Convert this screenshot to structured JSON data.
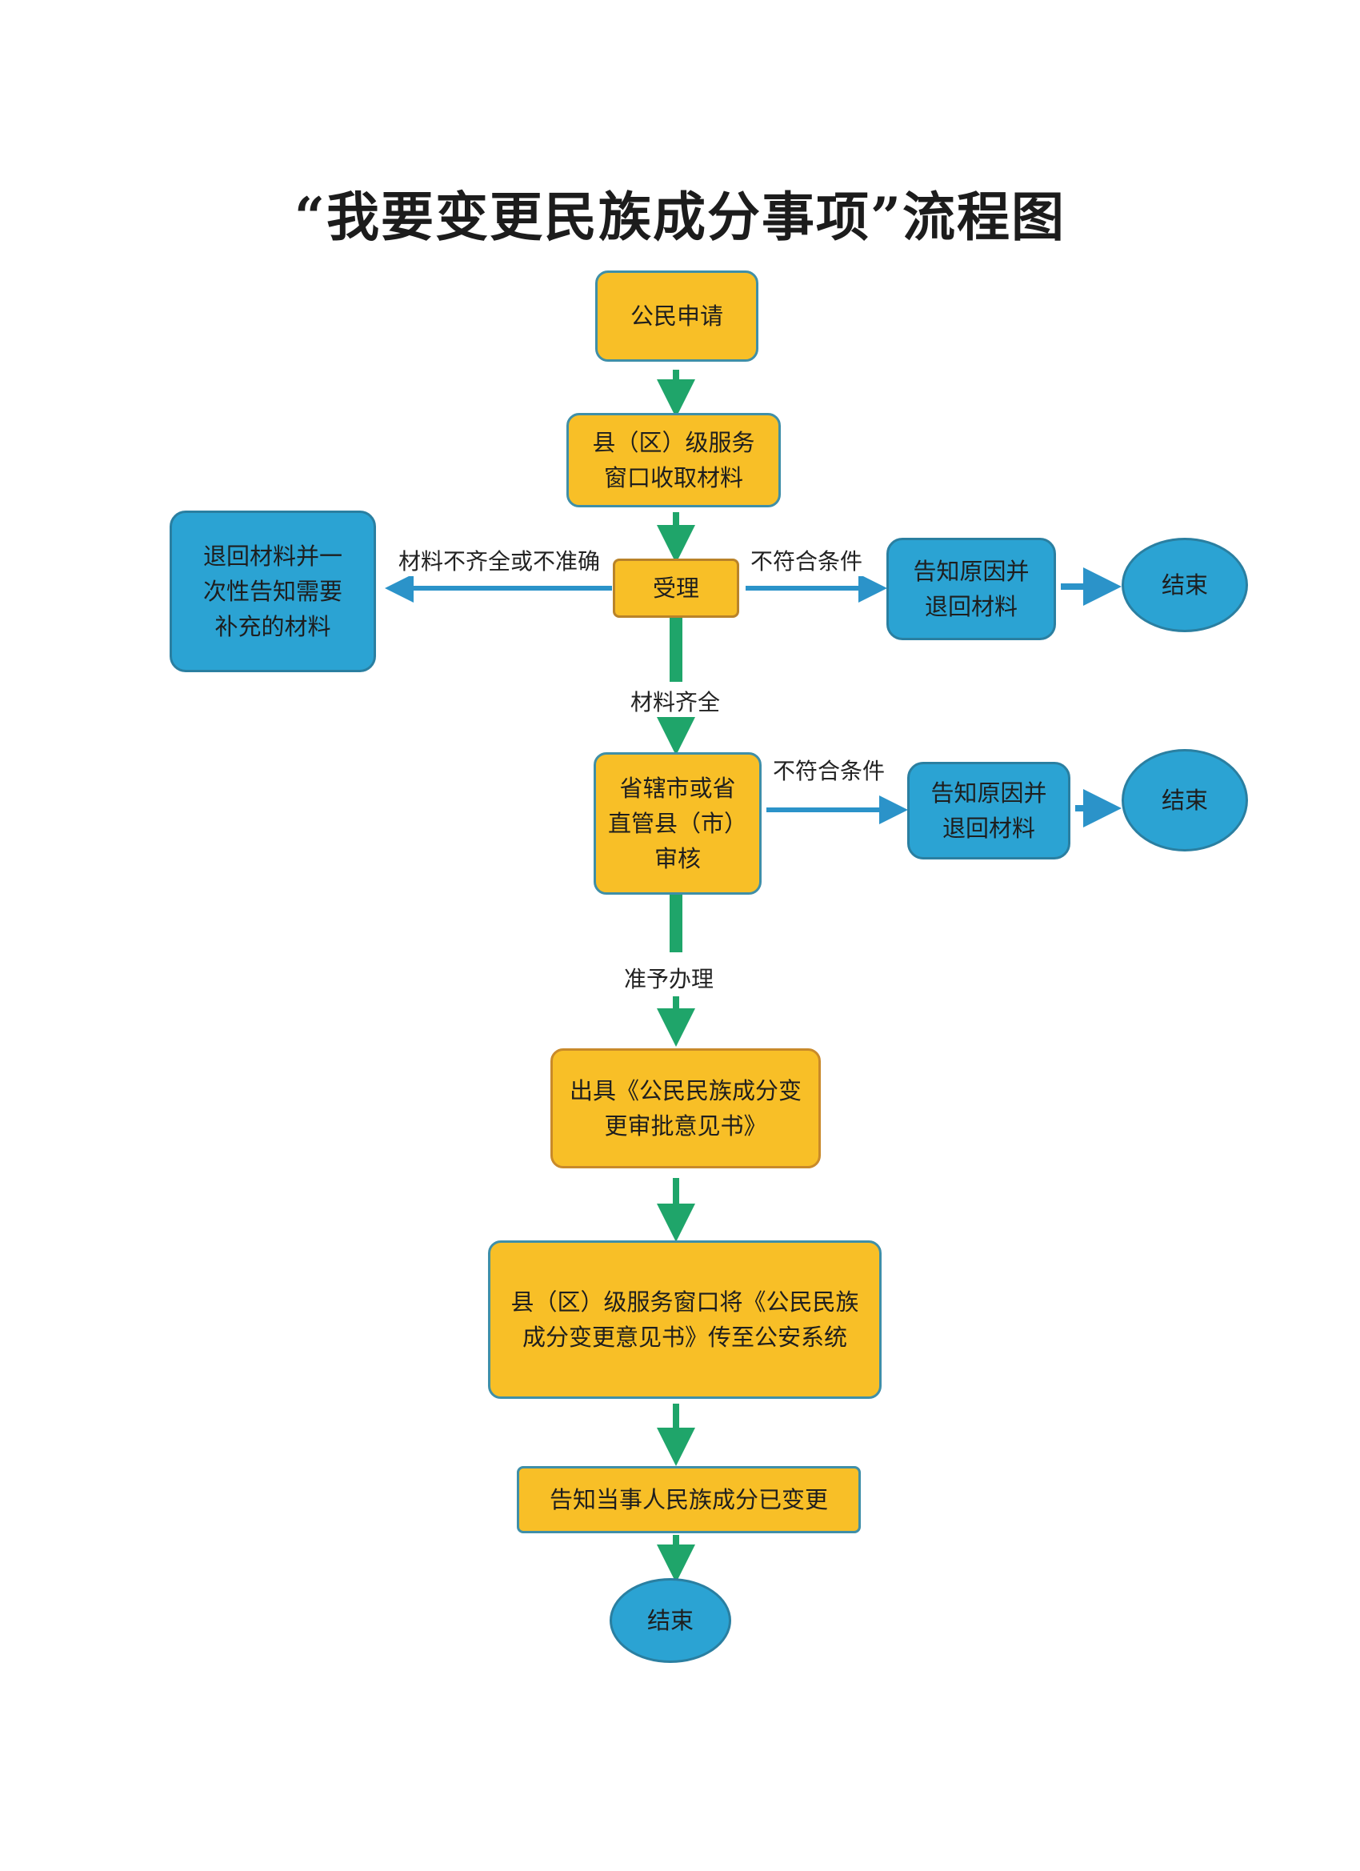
{
  "title": "“我要变更民族成分事项”流程图",
  "colors": {
    "process_fill": "#f8bf27",
    "reject_fill": "#2ba3d3",
    "arrow_green": "#1fa56a",
    "arrow_blue": "#2b93c9"
  },
  "nodes": {
    "apply": "公民申请",
    "collect": "县（区）级服务\n窗口收取材料",
    "accept": "受理",
    "return_supplement": "退回材料并一\n次性告知需要\n补充的材料",
    "notify_return_1": "告知原因并\n退回材料",
    "end_1": "结束",
    "review": "省辖市或省\n直管县（市）\n审核",
    "notify_return_2": "告知原因并\n退回材料",
    "end_2": "结束",
    "issue": "出具《公民民族成分变\n更审批意见书》",
    "transmit": "县（区）级服务窗口将《公民民族\n成分变更意见书》传至公安系统",
    "inform": "告知当事人民族成分已变更",
    "end_final": "结束"
  },
  "edge_labels": {
    "incomplete": "材料不齐全或不准确",
    "not_qualified_1": "不符合条件",
    "complete": "材料齐全",
    "not_qualified_2": "不符合条件",
    "approved": "准予办理"
  }
}
